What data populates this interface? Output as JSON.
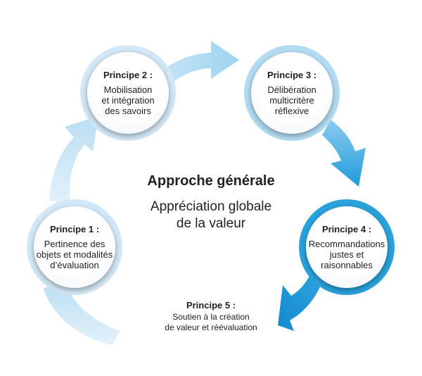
{
  "center": {
    "title": "Approche générale",
    "subtitle_line1": "Appréciation globale",
    "subtitle_line2": "de la valeur"
  },
  "principles": [
    {
      "title": "Principe 1 :",
      "lines": [
        "Pertinence des",
        "objets et modalités",
        "d’évaluation"
      ]
    },
    {
      "title": "Principe 2 :",
      "lines": [
        "Mobilisation",
        "et intégration",
        "des savoirs"
      ]
    },
    {
      "title": "Principe 3 :",
      "lines": [
        "Délibération",
        "multicritère",
        "réflexive"
      ]
    },
    {
      "title": "Principe 4 :",
      "lines": [
        "Recommandations",
        "justes et",
        "raisonnables"
      ]
    },
    {
      "title": "Principe 5 :",
      "lines": [
        "Soutien à la création",
        "de valeur et réévaluation"
      ]
    }
  ],
  "colors": {
    "arrow_light": "#cfe8f7",
    "arrow_mid": "#8fcdef",
    "arrow_dark": "#1d9ad8",
    "ring_light": "#cde6f5",
    "ring_dark": "#2aa2dc"
  }
}
